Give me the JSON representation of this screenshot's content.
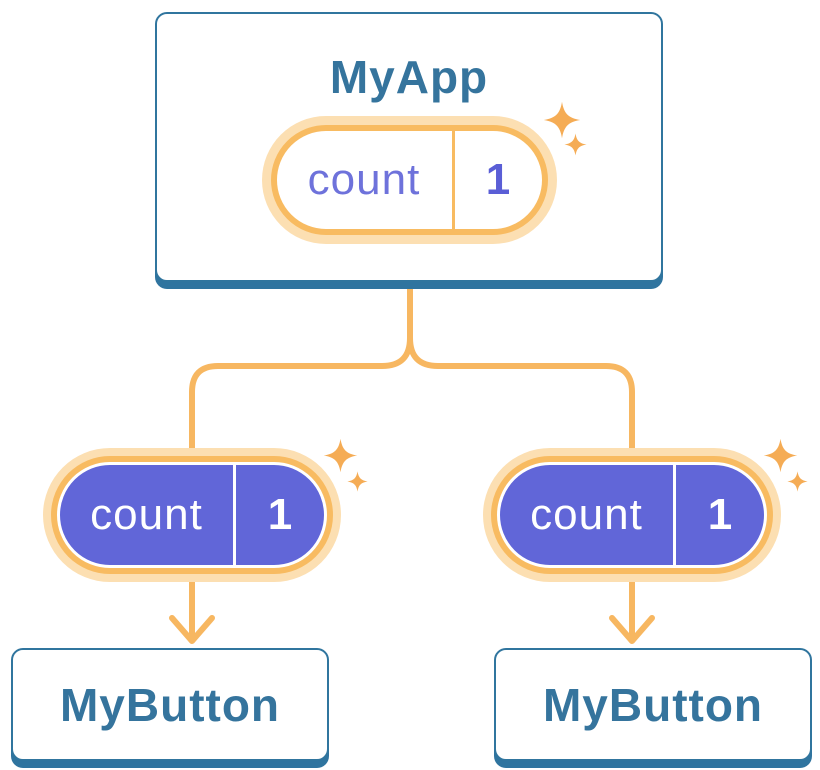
{
  "diagram": {
    "type": "react-component-tree",
    "root": {
      "title": "MyApp",
      "state": {
        "name": "count",
        "value": "1"
      }
    },
    "children": [
      {
        "title": "MyButton",
        "state": {
          "name": "count",
          "value": "1"
        }
      },
      {
        "title": "MyButton",
        "state": {
          "name": "count",
          "value": "1"
        }
      }
    ]
  },
  "colors": {
    "card_border_blue": "#30759E",
    "card_shadow_blue": "#2F749F",
    "title_text_blue": "#35749D",
    "connector_orange": "#F7B761",
    "pill_ring_orange": "#F8BB61",
    "pill_glow_peach": "#FCDFB2",
    "sparkle_orange": "#F5AC55",
    "state_fill_indigo": "#6166D8",
    "state_name_purple": "#6E72DB",
    "state_value_purple": "#5A5ED6",
    "state_text_white": "#FFFFFF"
  }
}
